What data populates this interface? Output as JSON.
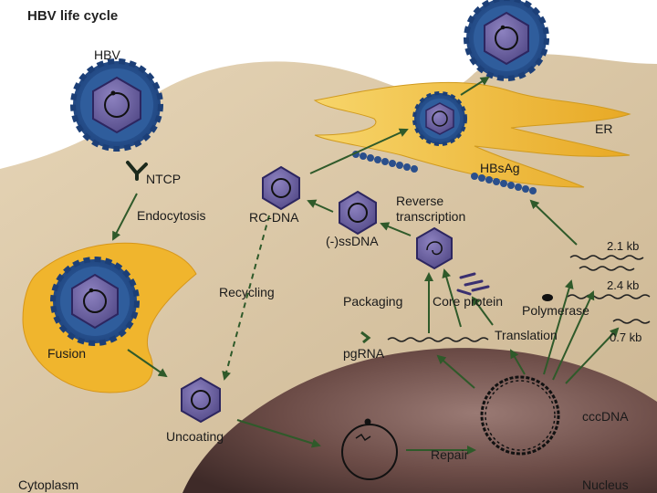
{
  "title": "HBV life cycle",
  "labels": {
    "hbv": "HBV",
    "er": "ER",
    "ntcp": "NTCP",
    "endocytosis": "Endocytosis",
    "rc_dna": "RC-DNA",
    "reverse_transcription_1": "Reverse",
    "reverse_transcription_2": "transcription",
    "ss_dna": "(-)ssDNA",
    "hbsag": "HBsAg",
    "kb_21": "2.1 kb",
    "kb_24": "2.4 kb",
    "kb_07": "0.7 kb",
    "recycling": "Recycling",
    "packaging": "Packaging",
    "core_protein": "Core protein",
    "polymerase": "Polymerase",
    "translation": "Translation",
    "pgrna": "pgRNA",
    "fusion": "Fusion",
    "uncoating": "Uncoating",
    "cccdna": "cccDNA",
    "repair": "Repair",
    "cytoplasm": "Cytoplasm",
    "nucleus": "Nucleus"
  },
  "colors": {
    "cytoplasm": "#d9c7a6",
    "nucleus": "#6e4f4a",
    "er": "#f0bf3a",
    "virion_spikes": "#2f5d9c",
    "capsid": "#6a5f9c",
    "arrow": "#2f5a2a",
    "rna_wave": "#222222"
  }
}
